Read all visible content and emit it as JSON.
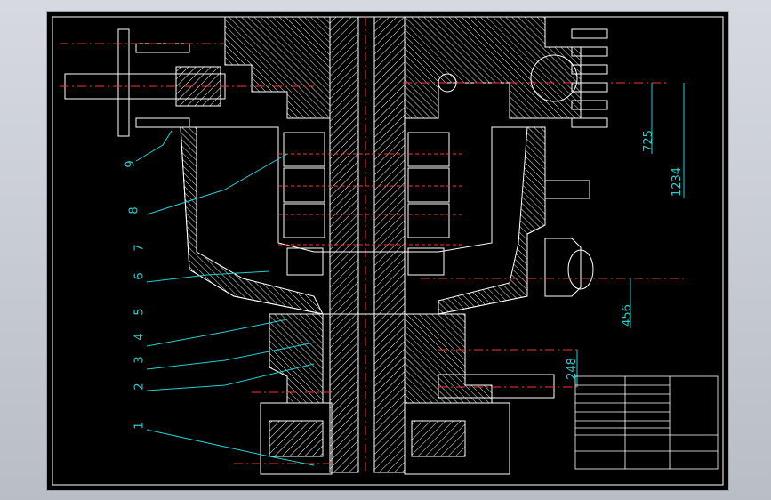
{
  "colors": {
    "background": "#000000",
    "drawing": "#ffffff",
    "centerline": "#ff3030",
    "callout": "#20d0d0",
    "dimension": "#20d0d0",
    "frame": "#ffffff"
  },
  "callouts": [
    "1",
    "2",
    "3",
    "4",
    "5",
    "6",
    "7",
    "8",
    "9"
  ],
  "dimensions": {
    "d725": "725",
    "d1234": "1234",
    "d456": "456",
    "d248": "248"
  }
}
